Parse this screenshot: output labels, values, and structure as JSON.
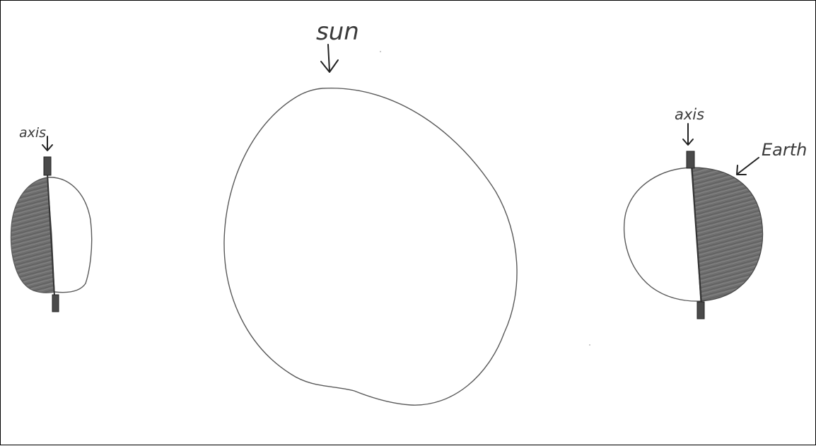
{
  "labels": {
    "sun": "sun",
    "axis_left": "axis",
    "axis_right": "axis",
    "earth": "Earth"
  },
  "colors": {
    "outline": "#5a5a5a",
    "shade_dark": "#6b6b6b",
    "axis_bar": "#4a4a4a",
    "frame": "#000000"
  }
}
